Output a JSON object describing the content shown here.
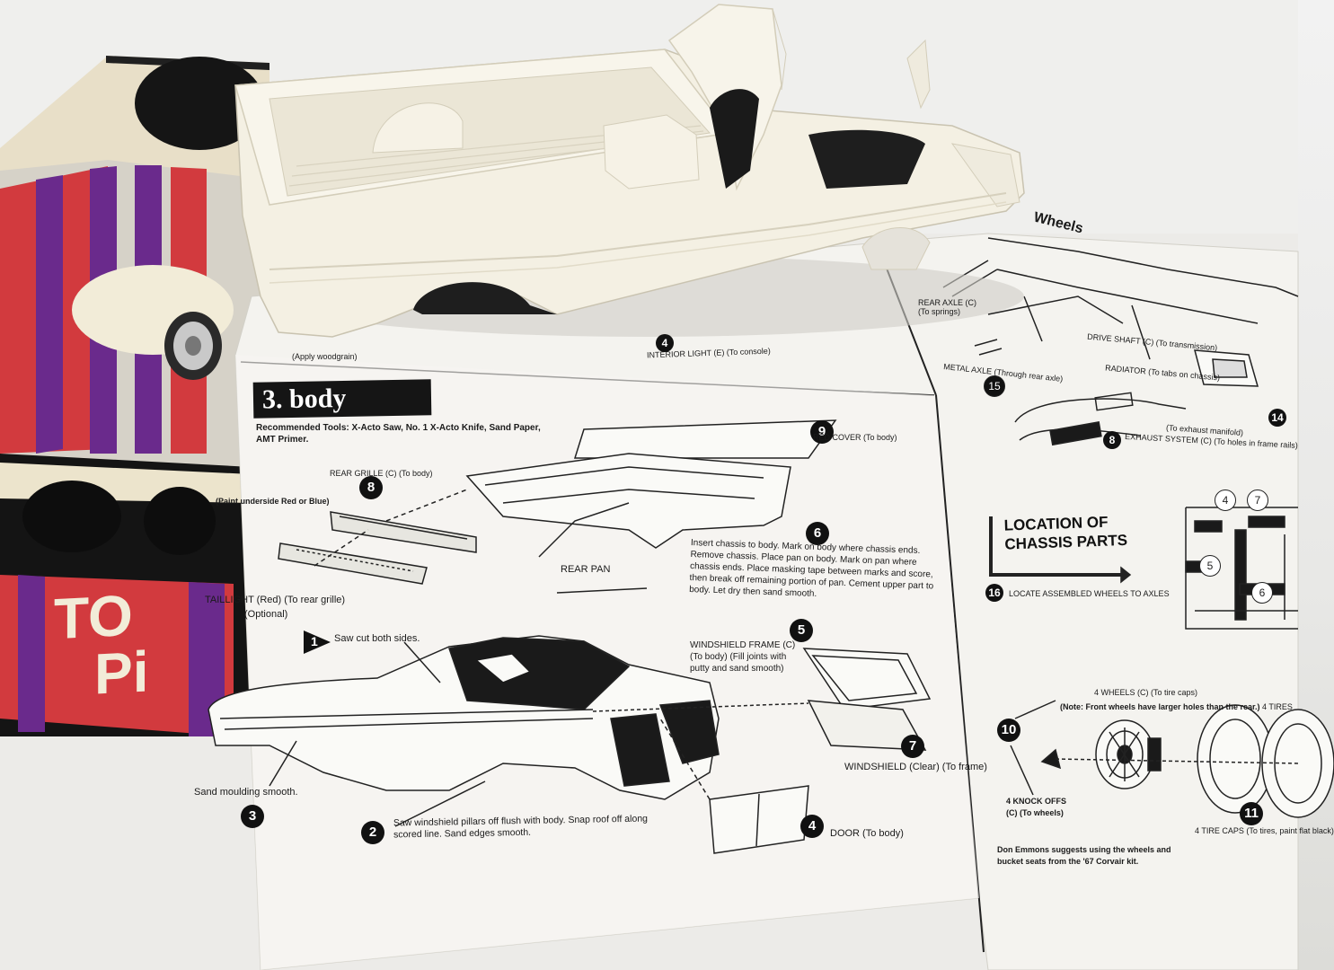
{
  "box": {
    "title_partial_1": "TO",
    "title_partial_2": "Pi",
    "colors": {
      "red": "#d23a3e",
      "purple": "#6a2a8c",
      "cream": "#efe6d2",
      "black": "#151515"
    }
  },
  "sheet": {
    "top_captions": {
      "apply_woodgrain": "(Apply woodgrain)",
      "interior_light": "INTERIOR LIGHT (E) (To console)",
      "wheels_header": "Wheels",
      "rear_axle": "REAR AXLE (C) (To springs)",
      "metal_axle": "METAL AXLE (Through rear axle)",
      "exhaust": "EXHAUST SYSTEM (C) (To holes in frame rails)",
      "to_exhaust_manifold": "(To exhaust manifold)",
      "radiator": "RADIATOR (To tabs on chassis)",
      "drive_shaft": "DRIVE SHAFT (C) (To transmission)"
    },
    "section_title": "3. body",
    "recommended_tools": "Recommended Tools: X-Acto Saw, No. 1 X-Acto Knife, Sand Paper, AMT Primer.",
    "steps": [
      {
        "num": "1",
        "text": "Saw cut both sides."
      },
      {
        "num": "2",
        "text": "Saw windshield pillars off flush with body. Snap roof off along scored line. Sand edges smooth."
      },
      {
        "num": "3",
        "text": "Sand moulding smooth."
      },
      {
        "num": "4",
        "text": "DOOR (To body)"
      },
      {
        "num": "5",
        "text": "WINDSHIELD FRAME (C) (To body) (Fill joints with putty and sand smooth)"
      },
      {
        "num": "6",
        "text": "Insert chassis to body. Mark on body where chassis ends. Remove chassis. Place pan on body. Mark on pan where chassis ends. Place masking tape between marks and score, then break off remaining portion of pan. Cement upper part to body. Let dry then sand smooth."
      },
      {
        "num": "7",
        "text": "WINDSHIELD (Clear) (To frame)"
      },
      {
        "num": "8",
        "text": "REAR GRILLE (C) (To body)"
      },
      {
        "num": "9",
        "text": "RED COVER (To body)"
      }
    ],
    "paint_note": "(Paint underside Red or Blue)",
    "taillight": "TAILLIGHT (Red) (To rear grille)",
    "optional": "(Optional)",
    "rear_pan": "REAR PAN",
    "location_title": "LOCATION OF CHASSIS PARTS",
    "location_nums": [
      "4",
      "7",
      "5",
      "6"
    ],
    "step_16": {
      "num": "16",
      "text": "LOCATE ASSEMBLED WHEELS TO AXLES"
    },
    "wheels_caption": "4 WHEELS (C) (To tire caps)",
    "wheels_note": "(Note: Front wheels have larger holes than the rear.)",
    "tires_caption": "4 TIRES",
    "step_10": {
      "num": "10",
      "text": "4 KNOCK OFFS (C) (To wheels)"
    },
    "step_11": {
      "num": "11",
      "text": "4 TIRE CAPS (To tires, paint flat black)"
    },
    "step_8b": {
      "num": "8"
    },
    "step_15": {
      "num": "15"
    },
    "step_14": {
      "num": "14"
    },
    "don_emmons": "Don Emmons suggests using the wheels and bucket seats from the '67 Corvair kit."
  }
}
